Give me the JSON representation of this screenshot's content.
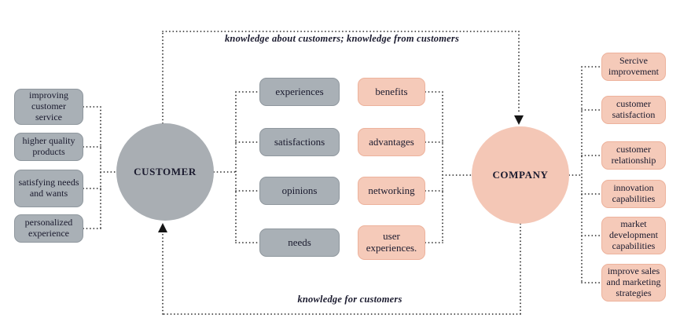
{
  "flow_labels": {
    "top": "knowledge about customers; knowledge from customers",
    "bottom": "knowledge for customers"
  },
  "entities": {
    "customer": "CUSTOMER",
    "company": "COMPANY"
  },
  "customer_value_boxes": [
    "improving customer service",
    "higher quality products",
    "satisfying needs and wants",
    "personalized experience"
  ],
  "customer_knowledge_boxes": [
    "experiences",
    "satisfactions",
    "opinions",
    "needs"
  ],
  "company_offering_boxes": [
    "benefits",
    "advantages",
    "networking",
    "user experiences."
  ],
  "company_capability_boxes": [
    "Sercive improvement",
    "customer satisfaction",
    "customer relationship",
    "innovation capabilities",
    "market development capabilities",
    "improve sales and marketing strategies"
  ],
  "colors": {
    "gray_fill": "#a9b0b6",
    "gray_circle": "#a9aeb3",
    "pink_fill": "#f5cab9",
    "pink_circle": "#f4c7b6",
    "line": "#151515",
    "text": "#1a1a2e"
  }
}
